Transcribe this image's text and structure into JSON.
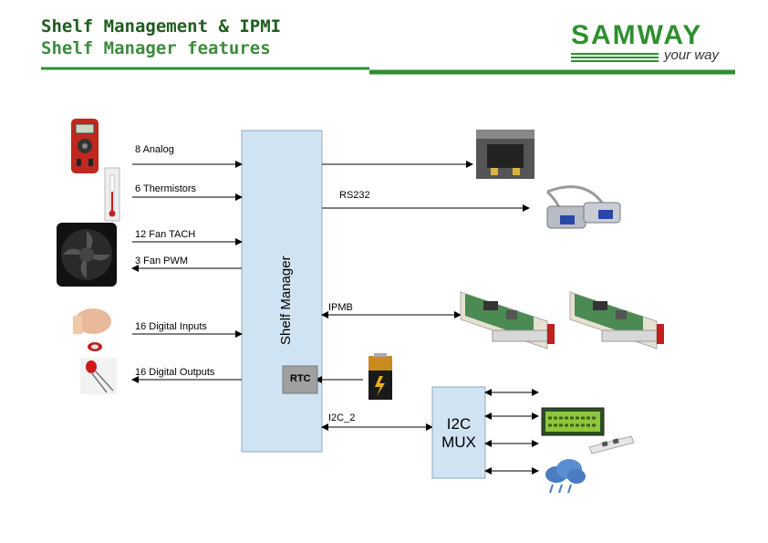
{
  "header": {
    "title_line1": "Shelf Management & IPMI",
    "title_line2": "Shelf Manager features"
  },
  "logo": {
    "wordmark": "SAMWAY",
    "tagline": "your way"
  },
  "colors": {
    "brand_green": "#2f8f2f",
    "shelf_manager_box": "#cfe3f3",
    "rtc_box": "#a0a0a0",
    "mux_box": "#cfe3f3"
  },
  "diagram": {
    "shelf_manager_label": "Shelf Manager",
    "inputs": {
      "analog": "8 Analog",
      "thermistors": "6 Thermistors",
      "fan_tach": "12 Fan TACH",
      "fan_pwm": "3 Fan PWM",
      "digital_inputs": "16 Digital Inputs",
      "digital_outputs": "16 Digital Outputs"
    },
    "right": {
      "rs232": "RS232",
      "ipmb": "IPMB",
      "rtc": "RTC",
      "i2c": "I2C_2"
    },
    "mux_label_line1": "I2C",
    "mux_label_line2": "MUX"
  }
}
